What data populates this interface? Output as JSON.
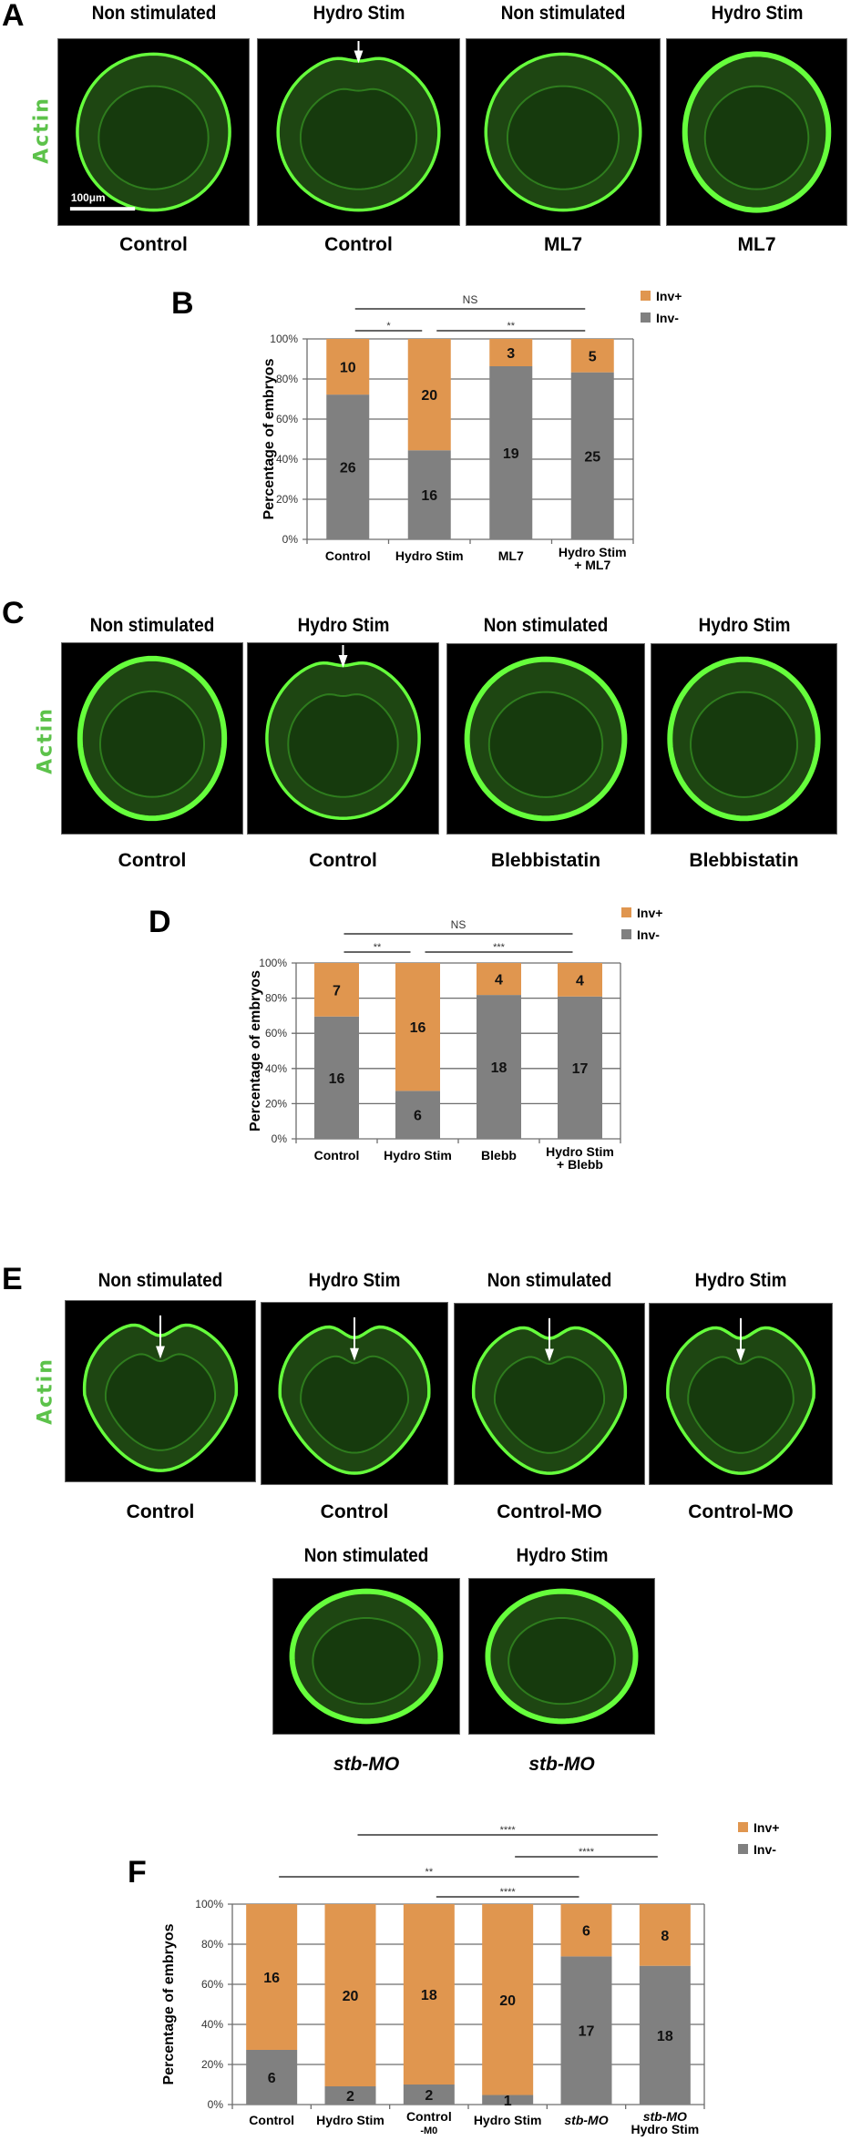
{
  "panels": {
    "A": {
      "letter": "A",
      "side_label": "Actin",
      "scale_bar": "100μm",
      "images": [
        {
          "top": "Non stimulated",
          "bottom": "Control",
          "shape": "oval",
          "arrow": false
        },
        {
          "top": "Hydro Stim",
          "bottom": "Control",
          "shape": "cup",
          "arrow": true
        },
        {
          "top": "Non stimulated",
          "bottom": "ML7",
          "shape": "oval",
          "arrow": false
        },
        {
          "top": "Hydro Stim",
          "bottom": "ML7",
          "shape": "oval-thick",
          "arrow": false
        }
      ]
    },
    "B": {
      "letter": "B"
    },
    "C": {
      "letter": "C",
      "side_label": "Actin",
      "images": [
        {
          "top": "Non stimulated",
          "bottom": "Control",
          "shape": "oval-thick",
          "arrow": false
        },
        {
          "top": "Hydro Stim",
          "bottom": "Control",
          "shape": "cup",
          "arrow": true
        },
        {
          "top": "Non stimulated",
          "bottom": "Blebbistatin",
          "shape": "oval-thick",
          "arrow": false
        },
        {
          "top": "Hydro Stim",
          "bottom": "Blebbistatin",
          "shape": "oval-thick",
          "arrow": false
        }
      ]
    },
    "D": {
      "letter": "D"
    },
    "E": {
      "letter": "E",
      "side_label": "Actin",
      "images": [
        {
          "top": "Non stimulated",
          "bottom": "Control",
          "shape": "heart",
          "arrow": true
        },
        {
          "top": "Hydro Stim",
          "bottom": "Control",
          "shape": "heart",
          "arrow": true
        },
        {
          "top": "Non stimulated",
          "bottom": "Control-MO",
          "shape": "heart",
          "arrow": true
        },
        {
          "top": "Hydro Stim",
          "bottom": "Control-MO",
          "shape": "heart",
          "arrow": true
        }
      ],
      "images_row2": [
        {
          "top": "Non stimulated",
          "bottom": "stb-MO",
          "shape": "oval-thick",
          "arrow": false
        },
        {
          "top": "Hydro Stim",
          "bottom": "stb-MO",
          "shape": "oval-thick",
          "arrow": false
        }
      ]
    },
    "F": {
      "letter": "F"
    }
  },
  "colors": {
    "inv_plus": "#E0964F",
    "inv_minus": "#808080",
    "actin": "#5cc24a",
    "fluorescence": "#66ff3c"
  },
  "chart_data": [
    {
      "panel": "B",
      "type": "bar",
      "stacked": true,
      "normalized_percent": true,
      "categories": [
        [
          "Control"
        ],
        [
          "Hydro Stim"
        ],
        [
          "ML7"
        ],
        [
          "Hydro Stim",
          "+ ML7"
        ]
      ],
      "series": [
        {
          "name": "Inv-",
          "values": [
            26,
            16,
            19,
            25
          ],
          "color": "#808080"
        },
        {
          "name": "Inv+",
          "values": [
            10,
            20,
            3,
            5
          ],
          "color": "#E0964F"
        }
      ],
      "ylabel": "Percentage of embryos",
      "ylim": [
        0,
        100
      ],
      "yticks": [
        "0%",
        "20%",
        "40%",
        "60%",
        "80%",
        "100%"
      ],
      "grid": true,
      "legend": {
        "position": "top-right",
        "entries": [
          "Inv+",
          "Inv-"
        ]
      },
      "significance": [
        {
          "from": 0,
          "to": 3,
          "label": "NS"
        },
        {
          "from": 0,
          "to": 1,
          "label": "*"
        },
        {
          "from": 1,
          "to": 3,
          "label": "**"
        }
      ]
    },
    {
      "panel": "D",
      "type": "bar",
      "stacked": true,
      "normalized_percent": true,
      "categories": [
        [
          "Control"
        ],
        [
          "Hydro Stim"
        ],
        [
          "Blebb"
        ],
        [
          "Hydro Stim",
          "+ Blebb"
        ]
      ],
      "series": [
        {
          "name": "Inv-",
          "values": [
            16,
            6,
            18,
            17
          ],
          "color": "#808080"
        },
        {
          "name": "Inv+",
          "values": [
            7,
            16,
            4,
            4
          ],
          "color": "#E0964F"
        }
      ],
      "ylabel": "Percentage of embryos",
      "ylim": [
        0,
        100
      ],
      "yticks": [
        "0%",
        "20%",
        "40%",
        "60%",
        "80%",
        "100%"
      ],
      "grid": true,
      "legend": {
        "position": "top-right",
        "entries": [
          "Inv+",
          "Inv-"
        ]
      },
      "significance": [
        {
          "from": 0,
          "to": 3,
          "label": "NS"
        },
        {
          "from": 0,
          "to": 1,
          "label": "**"
        },
        {
          "from": 1,
          "to": 3,
          "label": "***"
        }
      ]
    },
    {
      "panel": "F",
      "type": "bar",
      "stacked": true,
      "normalized_percent": true,
      "categories": [
        [
          "Control"
        ],
        [
          "Hydro Stim"
        ],
        [
          "Control",
          "-M0"
        ],
        [
          "Hydro Stim"
        ],
        [
          "stb-MO"
        ],
        [
          "stb-MO",
          "Hydro Stim"
        ]
      ],
      "series": [
        {
          "name": "Inv-",
          "values": [
            6,
            2,
            2,
            1,
            17,
            18
          ],
          "color": "#808080"
        },
        {
          "name": "Inv+",
          "values": [
            16,
            20,
            18,
            20,
            6,
            8
          ],
          "color": "#E0964F"
        }
      ],
      "ylabel": "Percentage of embryos",
      "ylim": [
        0,
        100
      ],
      "yticks": [
        "0%",
        "20%",
        "40%",
        "60%",
        "80%",
        "100%"
      ],
      "grid": true,
      "legend": {
        "position": "top-right",
        "entries": [
          "Inv+",
          "Inv-"
        ]
      },
      "significance": [
        {
          "from": 1,
          "to": 5,
          "label": "****"
        },
        {
          "from": 3,
          "to": 5,
          "label": "****"
        },
        {
          "from": 0,
          "to": 4,
          "label": "**"
        },
        {
          "from": 2,
          "to": 4,
          "label": "****"
        }
      ]
    }
  ]
}
